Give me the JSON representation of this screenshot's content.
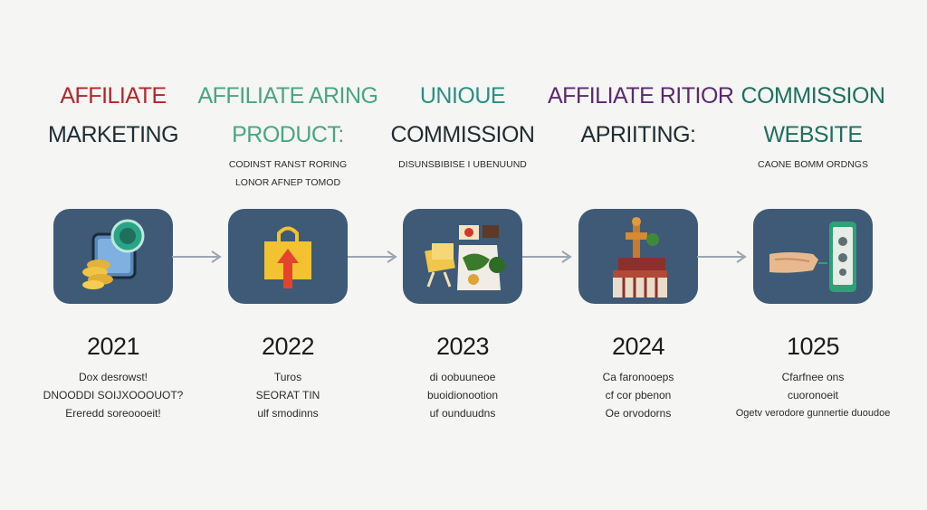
{
  "colors": {
    "card_bg": "#3e5a77",
    "arrow": "#9aa6b2",
    "step1_title": "#b3262b",
    "step2_title": "#4aa586",
    "step3_title": "#2a8f86",
    "step4_title": "#5b2a6f",
    "step5_title": "#1f6f60",
    "dark_title": "#1f2d33"
  },
  "steps": [
    {
      "title_line1": "AFFILIATE",
      "title_line2": "MARKETING",
      "sub_line1": "",
      "sub_line2": "",
      "icon": "phone-coins-icon",
      "year": "2021",
      "desc_line1": "Dox desrowst!",
      "desc_line2": "DNOODDI SOIJXOOOUOT?",
      "desc_line3": "Ereredd soreoooeit!"
    },
    {
      "title_line1": "AFFILIATE ARING",
      "title_line2": "PRODUCT:",
      "sub_line1": "CODINST RANST RORING",
      "sub_line2": "LONOR AFNEP TOMOD",
      "icon": "shopping-bag-icon",
      "year": "2022",
      "desc_line1": "Turos",
      "desc_line2": "SEORAT TIN",
      "desc_line3": "ulf smodinns"
    },
    {
      "title_line1": "UNIOUE",
      "title_line2": "COMMISSION",
      "sub_line1": "DISUNSBIBISE I UBENUUND",
      "sub_line2": "",
      "icon": "products-collage-icon",
      "year": "2023",
      "desc_line1": "di oobuuneoe",
      "desc_line2": "buoidionootion",
      "desc_line3": "uf ounduudns"
    },
    {
      "title_line1": "AFFILIATE RITIOR",
      "title_line2": "APRIITING:",
      "sub_line1": "",
      "sub_line2": "",
      "icon": "market-stall-icon",
      "year": "2024",
      "desc_line1": "Ca faronooeps",
      "desc_line2": "cf cor pbenon",
      "desc_line3": "Oe orvodorns"
    },
    {
      "title_line1": "COMMISSION",
      "title_line2": "WEBSITE",
      "sub_line1": "CAONE BOMM ORDNGS",
      "sub_line2": "",
      "icon": "mobile-payment-icon",
      "year": "1025",
      "desc_line1": "Cfarfnee ons",
      "desc_line2": "cuoronoeit",
      "desc_line3": "Ogetv verodore gunnertie duoudoe"
    }
  ]
}
